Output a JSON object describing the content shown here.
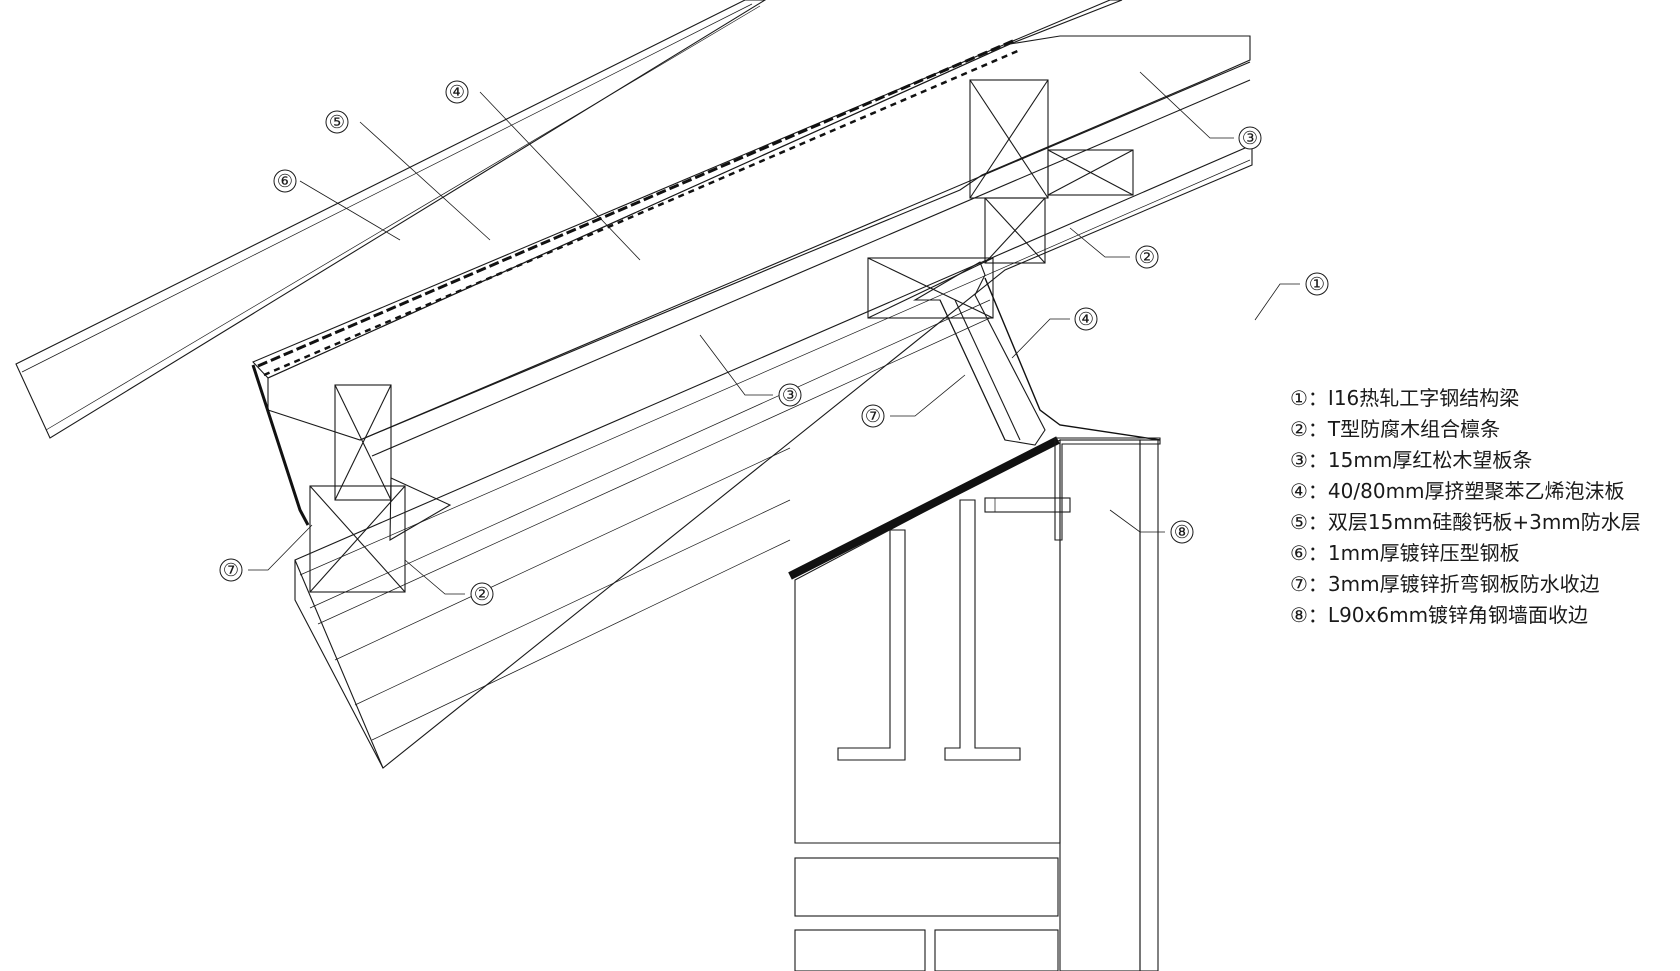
{
  "callouts": [
    {
      "id": "c3a",
      "num": "③"
    },
    {
      "id": "c4a",
      "num": "④"
    },
    {
      "id": "c5",
      "num": "⑤"
    },
    {
      "id": "c6",
      "num": "⑥"
    },
    {
      "id": "c2a",
      "num": "②"
    },
    {
      "id": "c1",
      "num": "①"
    },
    {
      "id": "c4b",
      "num": "④"
    },
    {
      "id": "c3b",
      "num": "③"
    },
    {
      "id": "c7a",
      "num": "⑦"
    },
    {
      "id": "c8",
      "num": "⑧"
    },
    {
      "id": "c7b",
      "num": "⑦"
    },
    {
      "id": "c2b",
      "num": "②"
    }
  ],
  "legend": [
    "①：I16热轧工字钢结构梁",
    "②：T型防腐木组合檩条",
    "③：15mm厚红松木望板条",
    "④：40/80mm厚挤塑聚苯乙烯泡沫板",
    "⑤：双层15mm硅酸钙板+3mm防水层",
    "⑥：1mm厚镀锌压型钢板",
    "⑦：3mm厚镀锌折弯钢板防水收边",
    "⑧：L90x6mm镀锌角钢墙面收边"
  ]
}
